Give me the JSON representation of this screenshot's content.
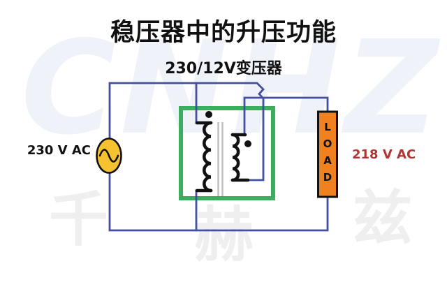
{
  "header": {
    "title": "稳压器中的升压功能",
    "subtitle": "230/12V变压器"
  },
  "circuit": {
    "source_label": "230 V AC",
    "output_label": "218 V AC",
    "load_label": "LOAD"
  },
  "watermark": {
    "brand": "CNHZ",
    "chars": [
      "千",
      "赫",
      "兹"
    ]
  },
  "colors": {
    "wire": "#4350A0",
    "transformer_box": "#3BAD5C",
    "source_fill": "#F6C22F",
    "load_fill": "#F0811E",
    "output_text": "#B23434",
    "coil": "#111111",
    "core": "#BDBDBD",
    "text": "#111111"
  }
}
